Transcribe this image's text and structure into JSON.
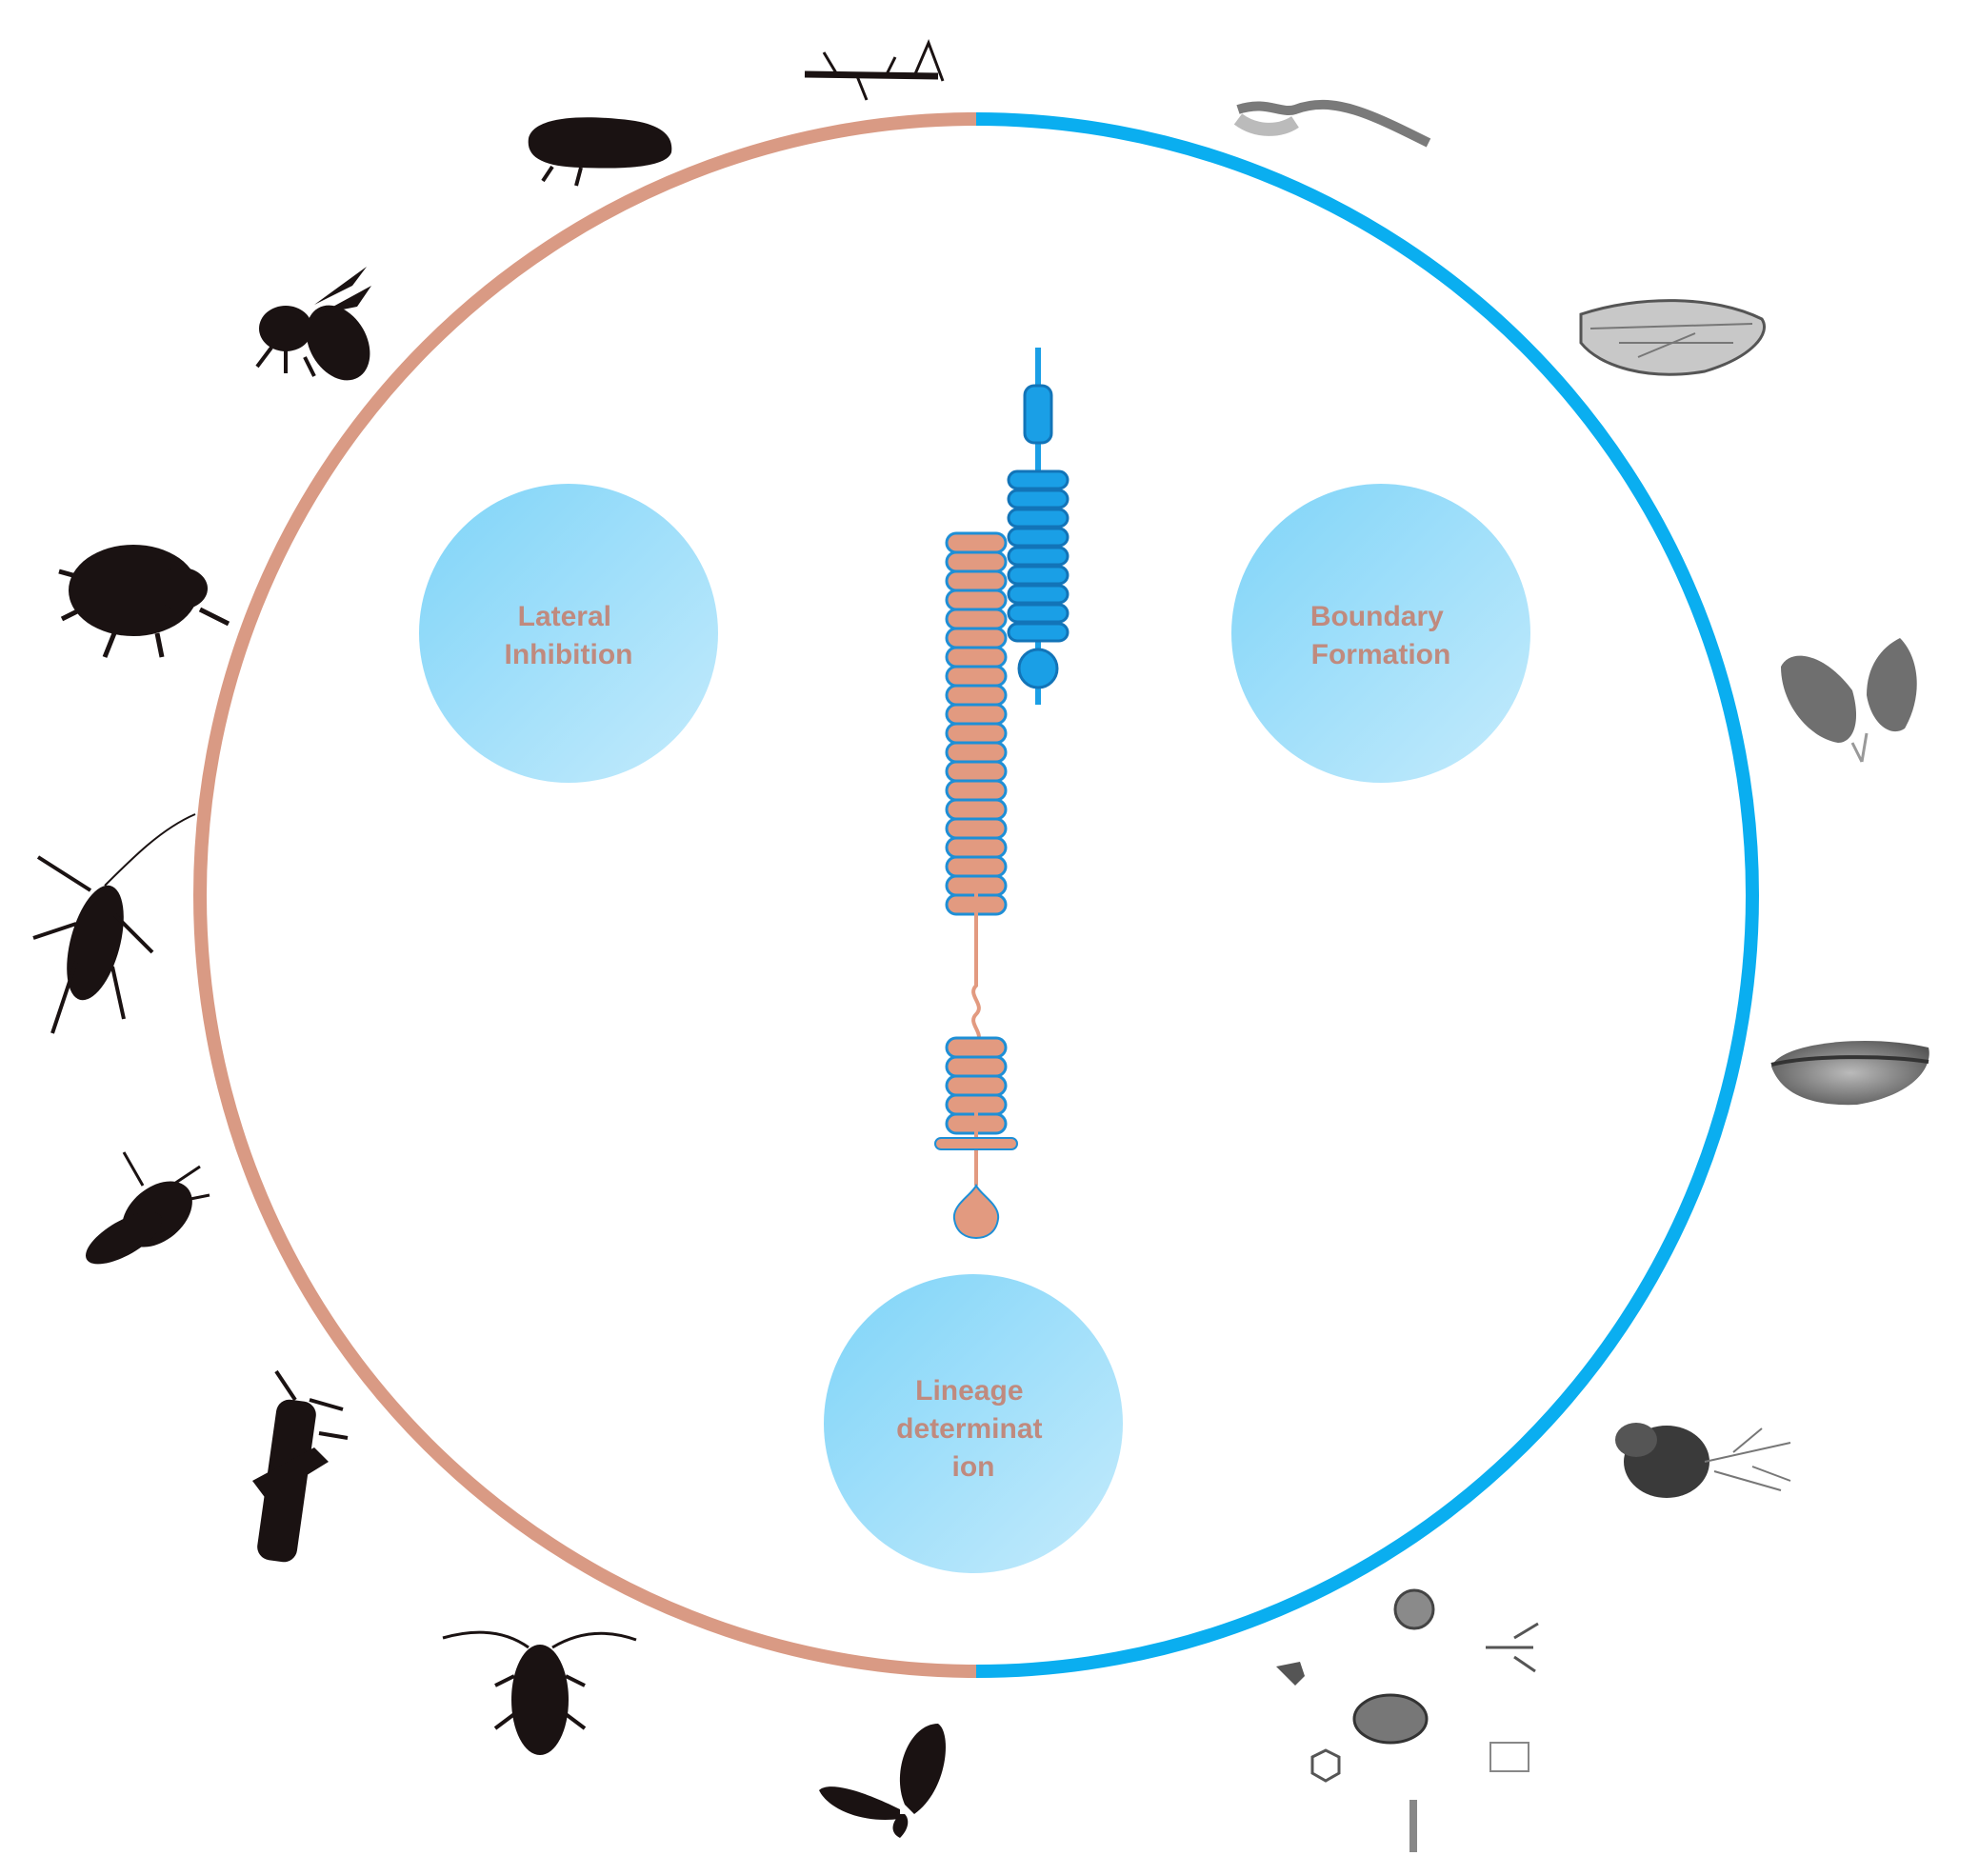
{
  "colors": {
    "left_arc": "#d99a84",
    "right_arc": "#0aaef0",
    "bubble_inner": "#7fd4f8",
    "bubble_outer": "#bfe9fc",
    "bubble_text": "#c08a7e",
    "notch_fill": "#e29a80",
    "notch_stroke": "#1e8fd6",
    "dsl_fill": "#1a9fe6",
    "dsl_stroke": "#1274b8",
    "silhouette": "#1a1212",
    "photo_gray": "#8a8a8a"
  },
  "roles": [
    {
      "id": "lateral",
      "lines": [
        "Lateral",
        "Inhibition"
      ]
    },
    {
      "id": "boundary",
      "lines": [
        "Boundary",
        "Formation"
      ]
    },
    {
      "id": "lineage",
      "lines": [
        "Lineage",
        "determinat",
        "ion"
      ]
    }
  ],
  "left_organisms": [
    "stick-insect-icon",
    "leafhopper-icon",
    "wasp-icon",
    "beetle-icon",
    "cockroach-icon",
    "fly-icon",
    "grasshopper-icon",
    "bug-icon",
    "butterfly-icon"
  ],
  "right_processes": [
    "leg-photo-icon",
    "wing-photo-icon",
    "leaf-photo-icon",
    "embryo-photo-icon",
    "neuron-photo-icon",
    "mixed-structures-icon"
  ]
}
